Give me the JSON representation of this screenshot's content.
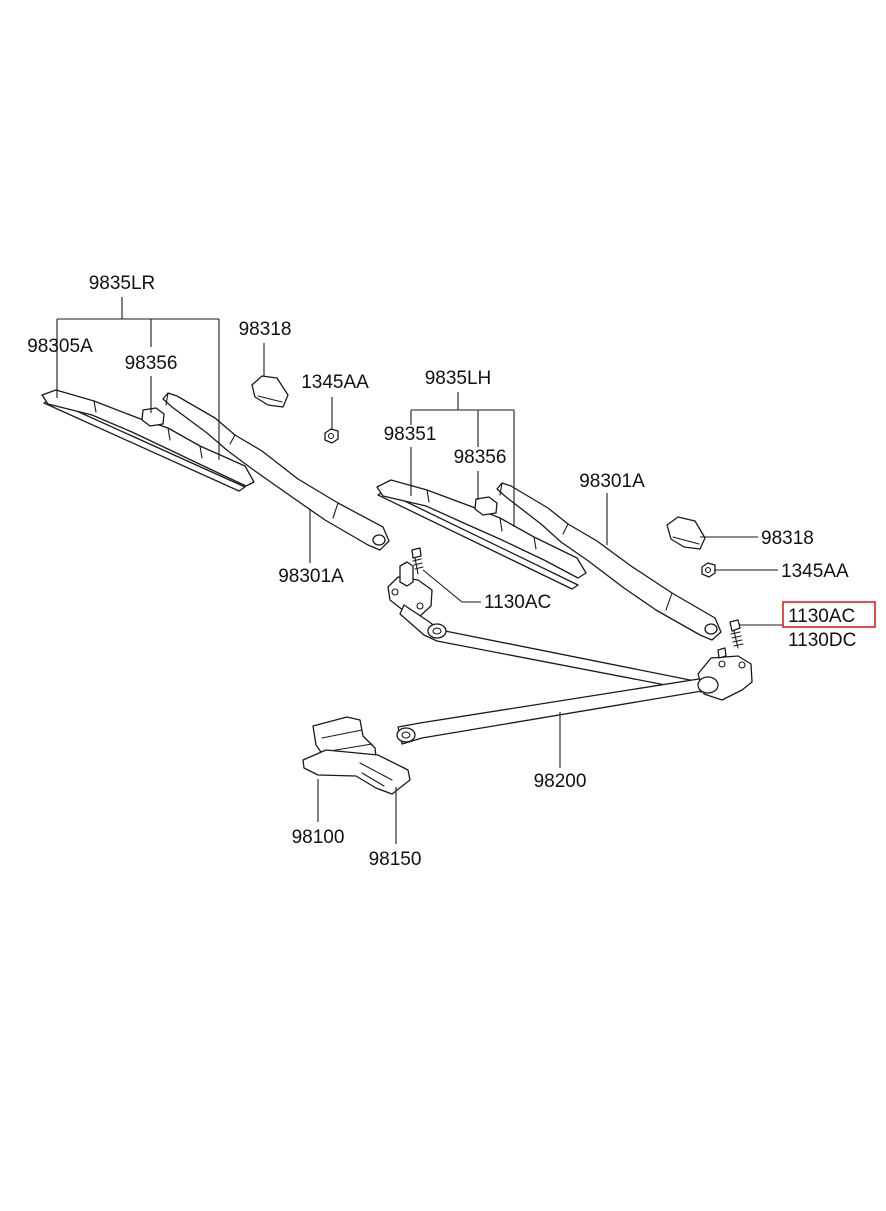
{
  "colors": {
    "line": "#1a1a1a",
    "highlight": "#e0201b",
    "background": "#ffffff"
  },
  "labels": {
    "wiper_blade_rh_assy": "9835LR",
    "blade_refill_rh": "98305A",
    "blade_clip_rh": "98356",
    "cap_left": "98318",
    "nut_left": "1345AA",
    "wiper_blade_lh_assy": "9835LH",
    "blade_refill_lh": "98351",
    "blade_clip_lh": "98356",
    "wiper_arm_right": "98301A",
    "cap_right": "98318",
    "nut_right": "1345AA",
    "wiper_arm_left": "98301A",
    "bolt_left": "1130AC",
    "bolt_right": "1130AC",
    "bolt_right_alt": "1130DC",
    "linkage": "98200",
    "motor": "98100",
    "motor_cover": "98150"
  },
  "highlighted_label": "1130AC"
}
